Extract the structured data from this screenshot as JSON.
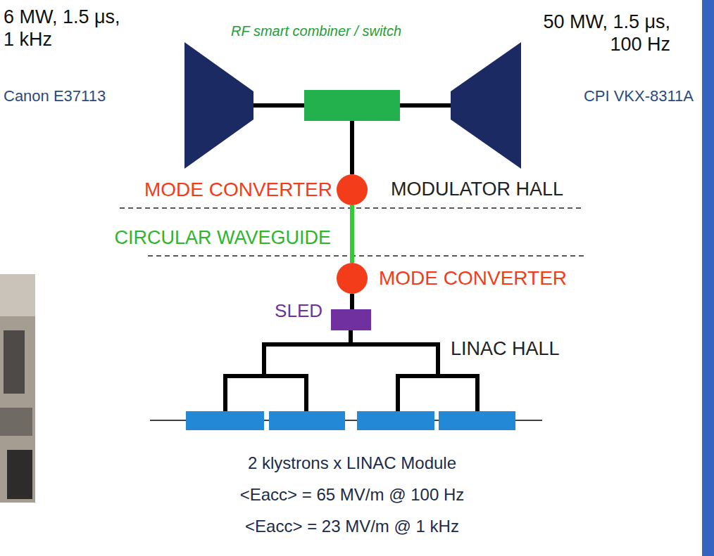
{
  "diagram": {
    "nodes": [
      {
        "text": [
          "6 MW, 1.5 μs, 1 kHz",
          "Canon E37113"
        ]
      },
      {
        "text": [
          "RF smart combiner / switch"
        ]
      },
      {
        "text": [
          "50 MW, 1.5 μs, 100 Hz",
          "CPI VKX-8311A"
        ]
      },
      {
        "text": [
          "MODE CONVERTER"
        ]
      },
      {
        "text": [
          "MODE CONVERTER"
        ]
      },
      {
        "text": [
          "SLED"
        ]
      }
    ],
    "edges": [
      {
        "from": 0,
        "to": 1,
        "arrow": "none"
      },
      {
        "from": 2,
        "to": 1,
        "arrow": "none"
      },
      {
        "from": 1,
        "to": 3,
        "arrow": "none"
      },
      {
        "from": 3,
        "to": 4,
        "arrow": "none"
      },
      {
        "from": 4,
        "to": 5,
        "arrow": "none"
      }
    ],
    "labels": [
      "MODULATOR HALL",
      "CIRCULAR WAVEGUIDE",
      "LINAC HALL",
      "2 klystrons x LINAC Module",
      "<Eacc> = 65 MV/m @ 100 Hz",
      "<Eacc> = 23 MV/m @ 1 kHz"
    ]
  }
}
